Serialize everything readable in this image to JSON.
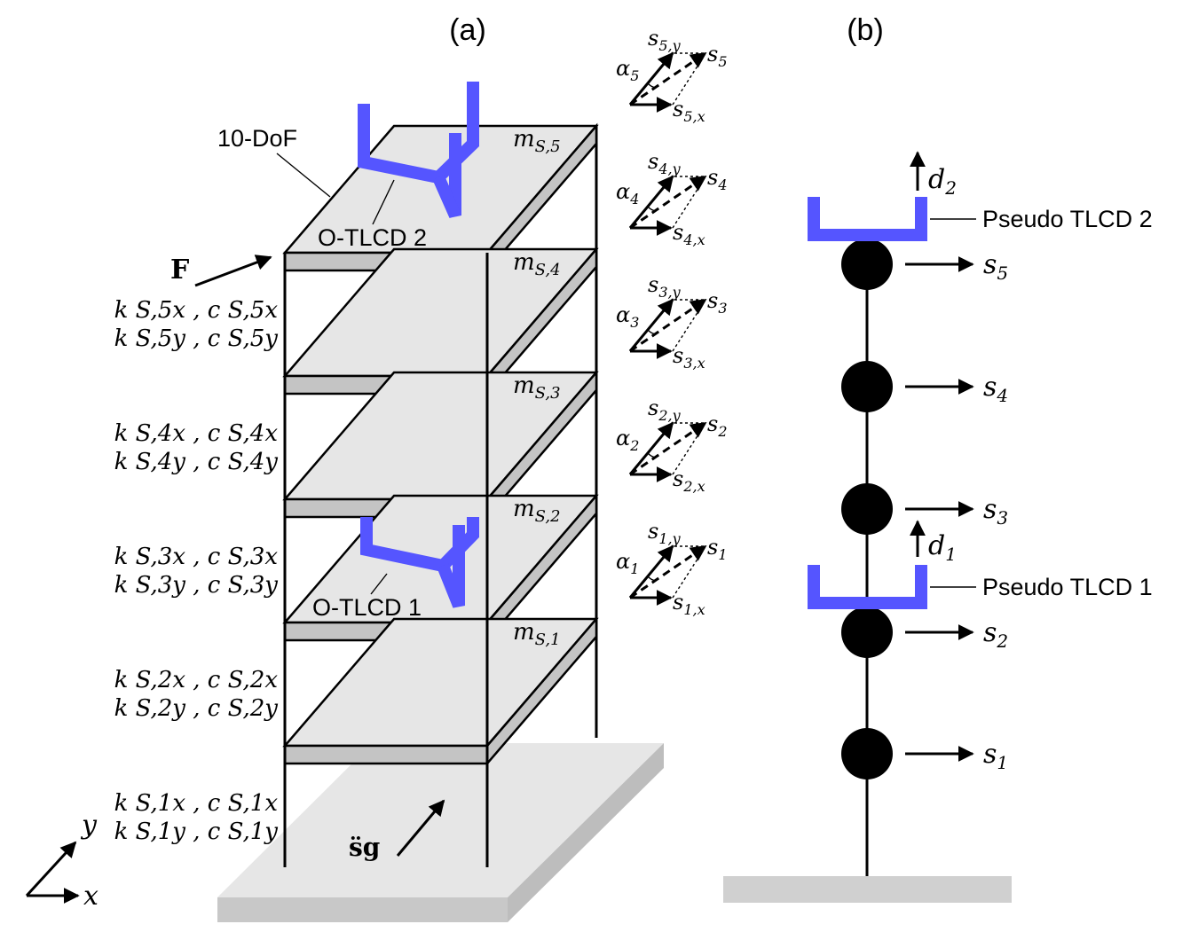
{
  "panel_a": {
    "label": "(a)",
    "dof_label": "10-DoF",
    "force_label": "F",
    "ground_accel_label": "s̈g",
    "tlcd_upper_label": "O-TLCD 2",
    "tlcd_lower_label": "O-TLCD 1",
    "axis_y": "y",
    "axis_x": "x",
    "masses": [
      {
        "m": "m",
        "sub": "S,5"
      },
      {
        "m": "m",
        "sub": "S,4"
      },
      {
        "m": "m",
        "sub": "S,3"
      },
      {
        "m": "m",
        "sub": "S,2"
      },
      {
        "m": "m",
        "sub": "S,1"
      }
    ],
    "stiffness": [
      {
        "line1": "k S,5x , c S,5x",
        "line2": "k S,5y , c S,5y"
      },
      {
        "line1": "k S,4x , c S,4x",
        "line2": "k S,4y , c S,4y"
      },
      {
        "line1": "k S,3x , c S,3x",
        "line2": "k S,3y , c S,3y"
      },
      {
        "line1": "k S,2x , c S,2x",
        "line2": "k S,2y , c S,2y"
      },
      {
        "line1": "k S,1x , c S,1x",
        "line2": "k S,1y , c S,1y"
      }
    ],
    "decompositions": [
      {
        "alpha": "α5",
        "sy": "s5,y",
        "s": "s5",
        "sx": "s5,x"
      },
      {
        "alpha": "α4",
        "sy": "s4,y",
        "s": "s4",
        "sx": "s4,x"
      },
      {
        "alpha": "α3",
        "sy": "s3,y",
        "s": "s3",
        "sx": "s3,x"
      },
      {
        "alpha": "α2",
        "sy": "s2,y",
        "s": "s2",
        "sx": "s2,x"
      },
      {
        "alpha": "α1",
        "sy": "s1,y",
        "s": "s1",
        "sx": "s1,x"
      }
    ]
  },
  "panel_b": {
    "label": "(b)",
    "tlcd_upper_label": "Pseudo TLCD 2",
    "tlcd_lower_label": "Pseudo TLCD 1",
    "d_upper": "d2",
    "d_lower": "d1",
    "nodes": [
      "s5",
      "s4",
      "s3",
      "s2",
      "s1"
    ]
  },
  "colors": {
    "tlcd": "#5555ff",
    "slab_top": "#e6e6e6",
    "slab_edge": "#c4c4c4",
    "ground": "#d6d6d6"
  }
}
